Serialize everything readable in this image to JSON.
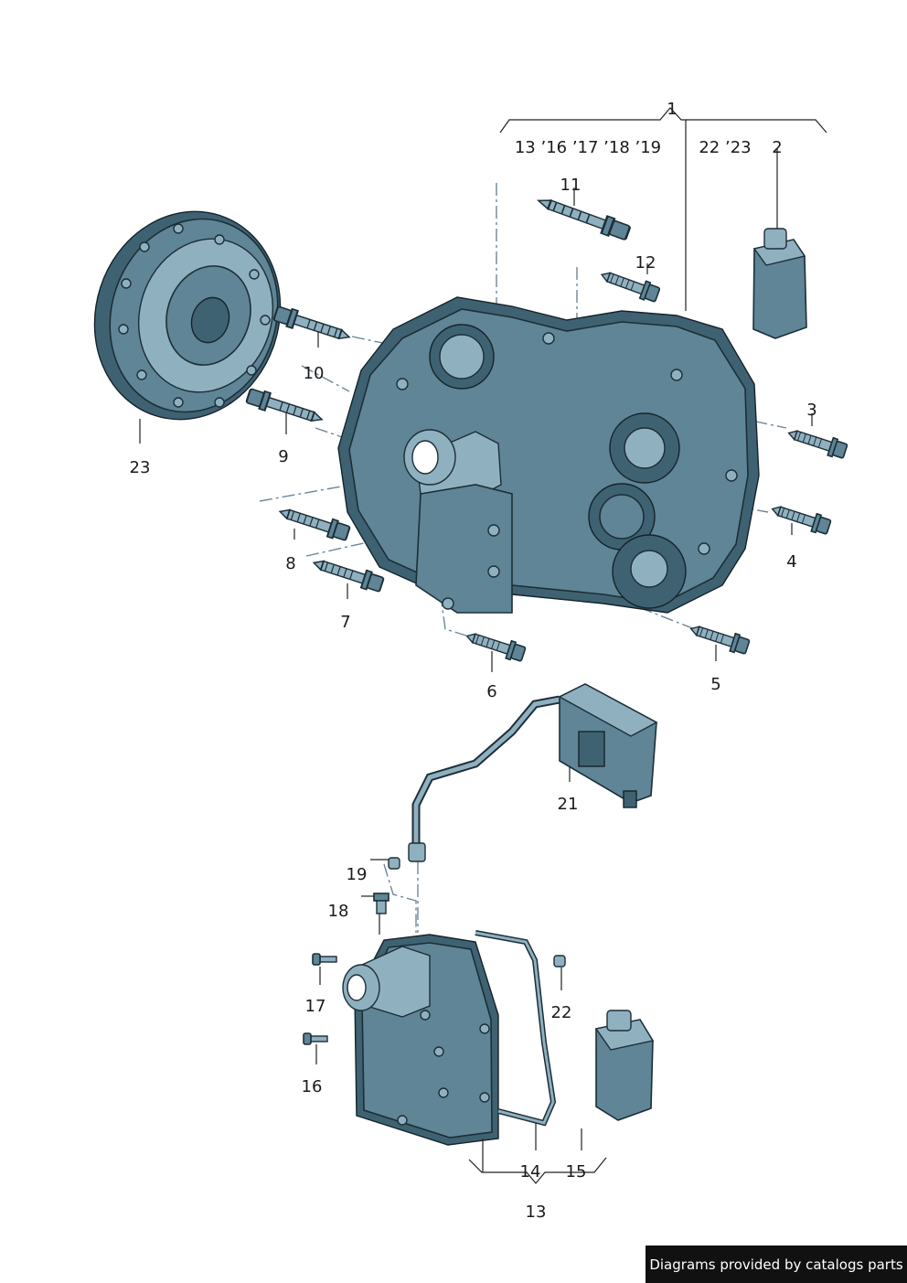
{
  "callouts": {
    "c1": "1",
    "c1_sub_left": "13 ’16 ’17 ’18 ’19",
    "c1_sub_right": "22 ’23",
    "c2": "2",
    "c3": "3",
    "c4": "4",
    "c5": "5",
    "c6": "6",
    "c7": "7",
    "c8": "8",
    "c9": "9",
    "c10": "10",
    "c11": "11",
    "c12": "12",
    "c13": "13",
    "c14": "14",
    "c15": "15",
    "c16": "16",
    "c17": "17",
    "c18": "18",
    "c19": "19",
    "c21": "21",
    "c22": "22",
    "c23": "23"
  },
  "footer": {
    "credit": "Diagrams provided by catalogs parts"
  },
  "colors": {
    "metal": "#5f8596",
    "metal_light": "#8fb0bf",
    "outline": "#1c2e38"
  }
}
